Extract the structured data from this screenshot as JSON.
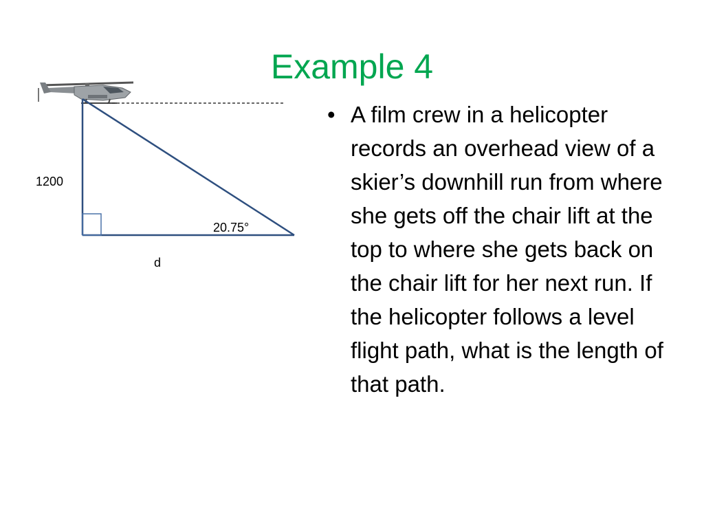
{
  "slide": {
    "title": "Example 4"
  },
  "diagram": {
    "height_label": "1200",
    "angle_label": "20.75°",
    "base_label": "d",
    "colors": {
      "triangle": "#2e4f7f",
      "dashed_line": "#333333"
    },
    "icons": [
      "helicopter-icon",
      "right-angle-marker"
    ]
  },
  "content": {
    "bullet": "•",
    "problem_text": "A film crew in a helicopter records an overhead view of a skier’s downhill run from where she gets off the chair lift at the top to where she gets back on the chair lift for her next run.  If the helicopter follows a level flight path, what is the length of that path."
  }
}
